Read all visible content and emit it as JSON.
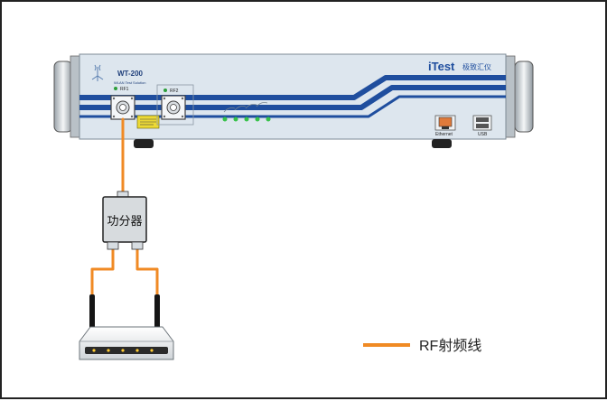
{
  "instrument": {
    "model": "WT-200",
    "subtitle": "WLAN Test Solution",
    "brand": "iTest",
    "brand_cn": "极致汇仪",
    "port1_label": "RF1",
    "port2_label": "RF2",
    "ethernet_label": "Ethernet",
    "usb_label": "USB",
    "stripe_color": "#1f4e9e",
    "panel_color": "#dde6ee"
  },
  "splitter": {
    "label": "功分器"
  },
  "legend": {
    "label": "RF射频线",
    "line_color": "#f08a24"
  }
}
